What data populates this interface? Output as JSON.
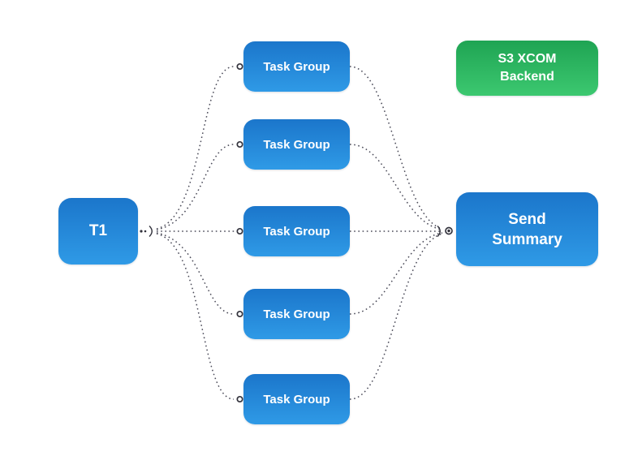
{
  "diagram": {
    "type": "dag-graph",
    "nodes": {
      "t1": {
        "label": "T1",
        "color": "#2f9ae6"
      },
      "task_groups": [
        {
          "label": "Task Group"
        },
        {
          "label": "Task Group"
        },
        {
          "label": "Task Group"
        },
        {
          "label": "Task Group"
        },
        {
          "label": "Task Group"
        }
      ],
      "send_summary": {
        "lines": {
          "0": "Send",
          "1": "Summary"
        },
        "color": "#2f9ae6"
      },
      "s3_xcom_backend": {
        "lines": {
          "0": "S3 XCOM",
          "1": "Backend"
        },
        "color": "#3cc870"
      }
    },
    "edges": [
      {
        "from": "t1",
        "to": "task-group-1",
        "style": "dotted"
      },
      {
        "from": "t1",
        "to": "task-group-2",
        "style": "dotted"
      },
      {
        "from": "t1",
        "to": "task-group-3",
        "style": "dotted"
      },
      {
        "from": "t1",
        "to": "task-group-4",
        "style": "dotted"
      },
      {
        "from": "t1",
        "to": "task-group-5",
        "style": "dotted"
      },
      {
        "from": "task-group-1",
        "to": "send-summary",
        "style": "dotted"
      },
      {
        "from": "task-group-2",
        "to": "send-summary",
        "style": "dotted"
      },
      {
        "from": "task-group-3",
        "to": "send-summary",
        "style": "dotted"
      },
      {
        "from": "task-group-4",
        "to": "send-summary",
        "style": "dotted"
      },
      {
        "from": "task-group-5",
        "to": "send-summary",
        "style": "dotted"
      }
    ],
    "colors": {
      "node_blue_top": "#1b76cb",
      "node_blue_bottom": "#2f9ae6",
      "node_green_top": "#1fa453",
      "node_green_bottom": "#3cc870",
      "edge": "#4a4a58",
      "label_text": "#ffffff",
      "background": "#ffffff"
    }
  }
}
